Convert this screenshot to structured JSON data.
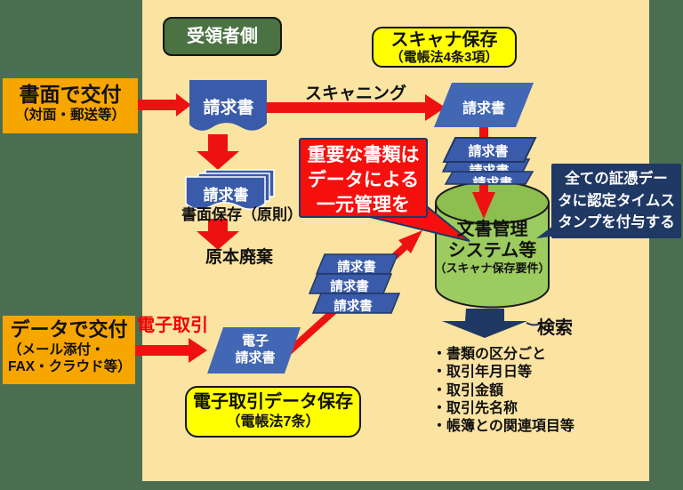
{
  "colors": {
    "background_green": "#4C6E50",
    "panel_yellow": "#FBE3A2",
    "accent_red": "#EE1111",
    "shape_blue": "#3A5BA9",
    "shape_blue_light": "#4268B5",
    "navy": "#1F3864",
    "cylinder_green": "#9CCB5F",
    "highlight_yellow": "#FFFF00",
    "box_orange": "#F7A600",
    "box_green": "#4A7242"
  },
  "labels": {
    "recipient_side": "受領者側",
    "scanner_save_title": "スキャナ保存",
    "scanner_save_subtitle": "（電帳法4条3項）",
    "paper_delivery_title": "書面で交付",
    "paper_delivery_subtitle": "（対面・郵送等）",
    "data_delivery_title": "データで交付",
    "data_delivery_line2": "（メール添付・",
    "data_delivery_line3": "FAX・クラウド等）",
    "invoice": "請求書",
    "e_invoice_line1": "電子",
    "e_invoice_line2": "請求書",
    "scanning": "スキャニング",
    "paper_save": "書面保存（原則）",
    "original_disposal": "原本廃棄",
    "e_transaction": "電子取引",
    "important_note_line1": "重要な書類は",
    "important_note_line2": "データによる",
    "important_note_line3": "一元管理を",
    "timestamp_note_line1": "全ての証憑デー",
    "timestamp_note_line2": "タに認定タイムス",
    "timestamp_note_line3": "タンプを付与する",
    "dms_line1": "文書管理",
    "dms_line2": "システム等",
    "dms_line3": "（スキャナ保存要件）",
    "e_save_title": "電子取引データ保存",
    "e_save_subtitle": "（電帳法7条）",
    "search": "検索"
  },
  "search": {
    "items": [
      "・書類の区分ごと",
      "・取引年月日等",
      "・取引金額",
      "・取引先名称",
      "・帳簿との関連項目等"
    ]
  }
}
